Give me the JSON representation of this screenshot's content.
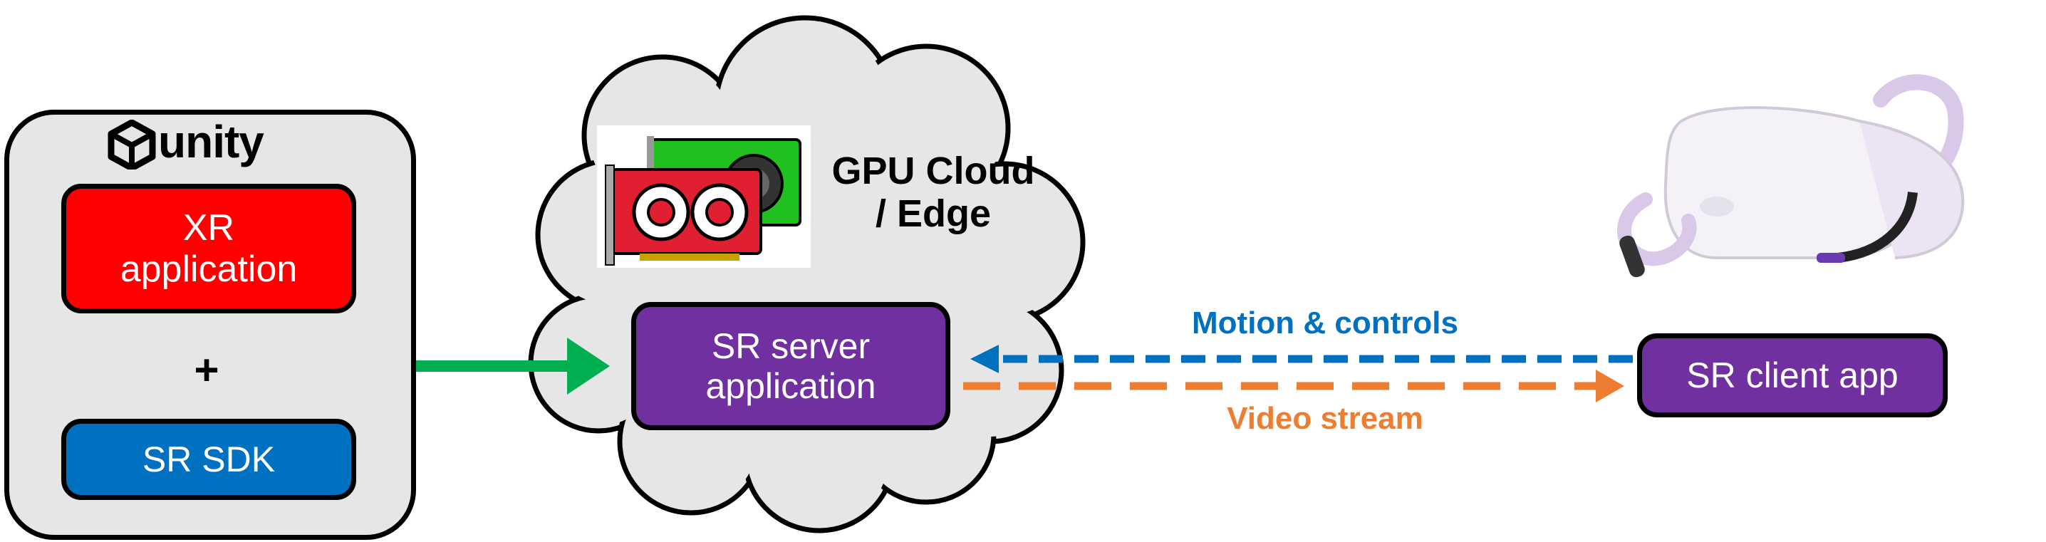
{
  "colors": {
    "unity_panel": "#e6e6e6",
    "xr_app": "#ff0000",
    "sr_sdk": "#0070c0",
    "purple": "#7030a0",
    "cloud": "#e6e6e6",
    "green_arrow": "#00b050",
    "blue_arrow": "#0070c0",
    "orange_arrow": "#ed7d31",
    "gpu_red": "#e02030",
    "gpu_green": "#20c020"
  },
  "unity": {
    "logo_text": "unity",
    "xr_app_label": "XR\napplication",
    "plus": "+",
    "sr_sdk_label": "SR SDK"
  },
  "cloud": {
    "title": "GPU Cloud\n/ Edge",
    "server_label": "SR server\napplication"
  },
  "links": {
    "motion_label": "Motion & controls",
    "video_label": "Video stream"
  },
  "client": {
    "app_label": "SR client app"
  },
  "icons": {
    "unity_logo": "unity-cube-icon",
    "gpu": "gpu-cards-icon",
    "headset": "vr-headset-icon"
  }
}
